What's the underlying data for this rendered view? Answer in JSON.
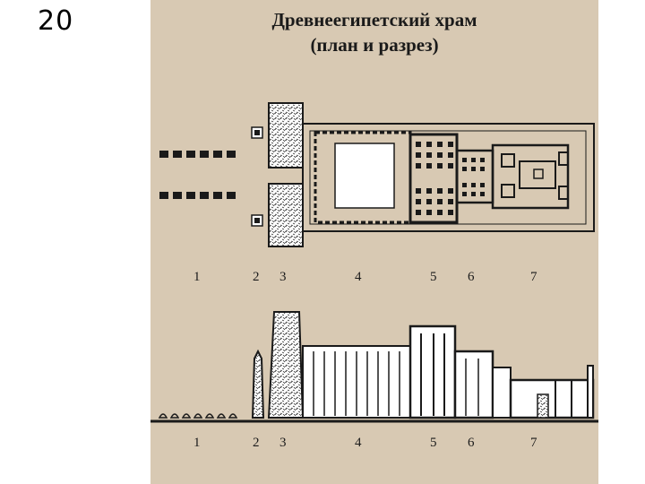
{
  "slide": {
    "number": "20"
  },
  "figure": {
    "title_line1": "Древнеегипетский храм",
    "title_line2": "(план и разрез)",
    "plan_labels": [
      "1",
      "2",
      "3",
      "4",
      "5",
      "6",
      "7"
    ],
    "section_labels": [
      "1",
      "2",
      "3",
      "4",
      "5",
      "6",
      "7"
    ]
  },
  "colors": {
    "background": "#d8c9b3",
    "ink": "#1a1a1a",
    "fill": "#ffffff"
  }
}
